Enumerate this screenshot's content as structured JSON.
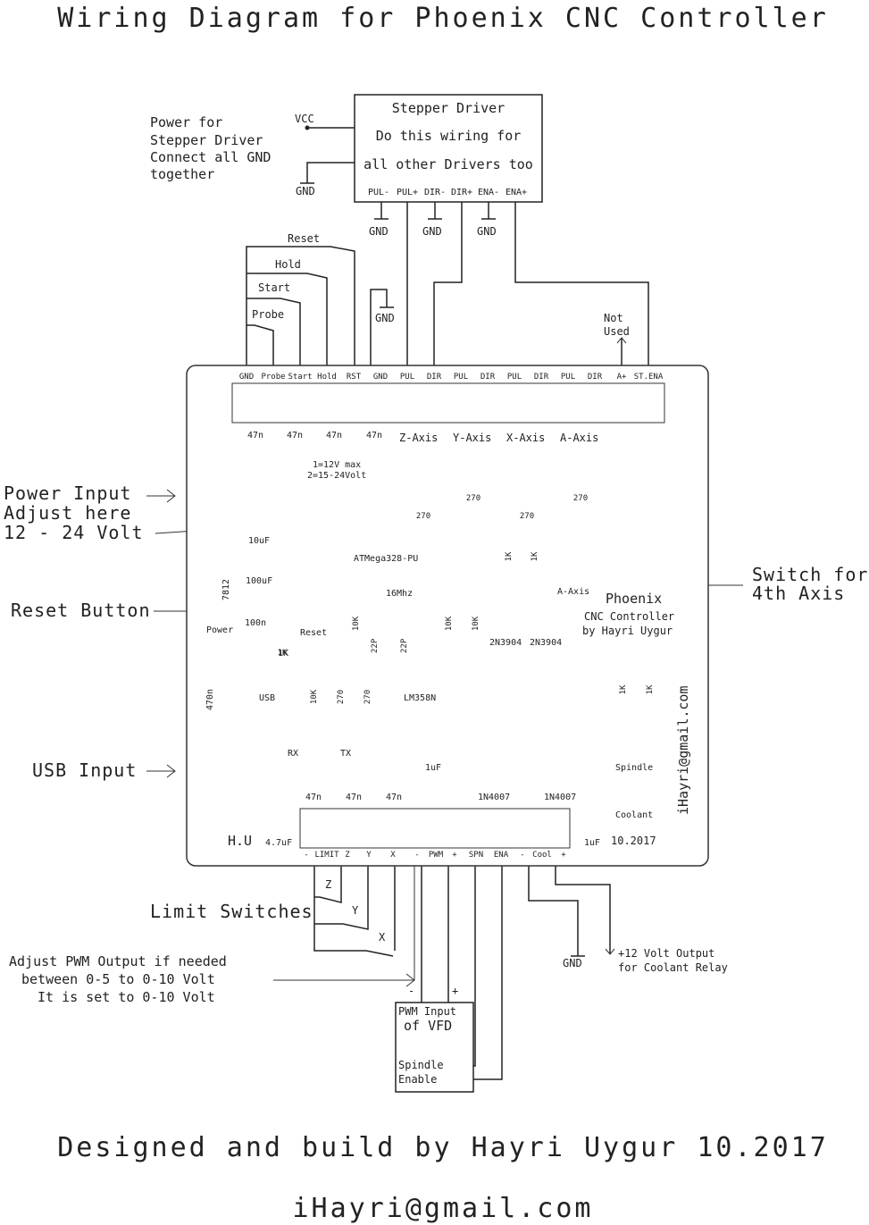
{
  "title": "Wiring Diagram for Phoenix CNC Controller",
  "footer": {
    "credit": "Designed and build by Hayri Uygur 10.2017",
    "email": "iHayri@gmail.com"
  },
  "stepper_driver": {
    "lines": [
      "Stepper Driver",
      "Do this wiring for",
      "all other Drivers too"
    ],
    "pins": [
      "PUL-",
      "PUL+",
      "DIR-",
      "DIR+",
      "ENA-",
      "ENA+"
    ],
    "vcc": "VCC",
    "gnd": "GND"
  },
  "power_note": [
    "Power for",
    "Stepper Driver",
    "Connect all GND",
    "together"
  ],
  "switch_labels": {
    "reset": "Reset",
    "hold": "Hold",
    "start": "Start",
    "probe": "Probe"
  },
  "not_used": [
    "Not",
    "Used"
  ],
  "gnd": "GND",
  "top_terminals": [
    "GND",
    "Probe",
    "Start",
    "Hold",
    "RST",
    "GND",
    "PUL",
    "DIR",
    "PUL",
    "DIR",
    "PUL",
    "DIR",
    "PUL",
    "DIR",
    "A+",
    "ST.ENA"
  ],
  "axes": [
    "Z-Axis",
    "Y-Axis",
    "X-Axis",
    "A-Axis"
  ],
  "side_labels": {
    "power_input": [
      "Power Input",
      "Adjust here",
      "12 - 24 Volt"
    ],
    "reset_button": "Reset Button",
    "usb_input": "USB Input",
    "switch_4th": [
      "Switch for",
      "4th Axis"
    ],
    "limit_switches": "Limit Switches",
    "pwm_adjust": [
      "Adjust PWM Output if needed",
      "between 0-5 to 0-10 Volt",
      "It is set to 0-10 Volt"
    ]
  },
  "board": {
    "jumper_note": [
      "1=12V max",
      "2=15-24Volt"
    ],
    "mcu": "ATMega328-PU",
    "crystal": "16Mhz",
    "brand": [
      "Phoenix",
      "CNC Controller",
      "by Hayri Uygur"
    ],
    "email_vertical": "iHayri@gmail.com",
    "date": "10.2017",
    "initials": "H.U",
    "reg": "7812",
    "opamp": "LM358N",
    "usb": "USB",
    "cap_47n": "47n",
    "cap_10uF": "10uF",
    "cap_100uF": "100uF",
    "cap_100n": "100n",
    "cap_470n": "470n",
    "cap_22p": "22P",
    "cap_1uF": "1uF",
    "cap_47uF": "4.7uF",
    "res_270": "270",
    "res_1k": "1K",
    "res_10k": "10K",
    "transistor": "2N3904",
    "diode": "1N4007",
    "led_power": "Power",
    "led_rx": "RX",
    "led_tx": "TX",
    "led_spindle": "Spindle",
    "led_coolant": "Coolant",
    "reset_sw": "Reset",
    "a_axis_sw": "A-Axis"
  },
  "bottom_terminals": [
    "-",
    "LIMIT",
    "Z",
    "Y",
    "X",
    "-",
    "PWM",
    "+",
    "SPN",
    "ENA",
    "-",
    "Cool",
    "+"
  ],
  "limit_letters": [
    "Z",
    "Y",
    "X"
  ],
  "vfd": {
    "lines": [
      "PWM Input",
      "of VFD"
    ],
    "enable": [
      "Spindle",
      "Enable"
    ],
    "minus": "-",
    "plus": "+"
  },
  "coolant_output": [
    "+12 Volt Output",
    "for Coolant Relay"
  ]
}
